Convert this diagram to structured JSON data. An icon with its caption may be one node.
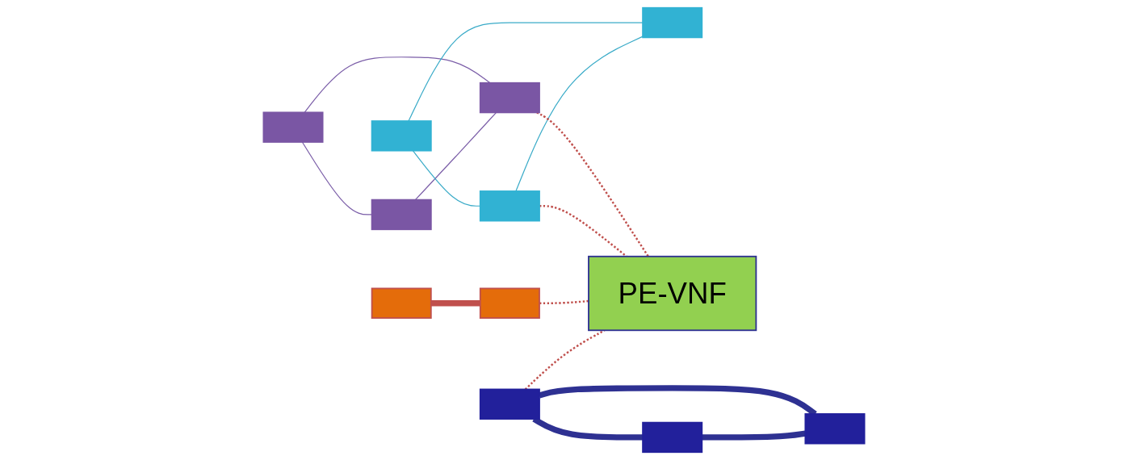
{
  "diagram": {
    "nodes": [
      {
        "text": [],
        "shape": "box"
      },
      {
        "text": [],
        "shape": "box"
      },
      {
        "text": [],
        "shape": "box"
      },
      {
        "text": [],
        "shape": "box"
      },
      {
        "text": [],
        "shape": "box"
      },
      {
        "text": [],
        "shape": "box"
      },
      {
        "text": [
          "PE-VNF"
        ]
      },
      {
        "text": [],
        "shape": "box"
      },
      {
        "text": [],
        "shape": "box"
      },
      {
        "text": [],
        "shape": "box"
      },
      {
        "text": [],
        "shape": "box"
      },
      {
        "text": [],
        "shape": "box"
      }
    ],
    "edges": [
      {
        "from": 0,
        "to": 1,
        "arrow": "none",
        "color": "#7b5ea8"
      },
      {
        "from": 0,
        "to": 2,
        "arrow": "none",
        "color": "#7b5ea8"
      },
      {
        "from": 1,
        "to": 2,
        "arrow": "none",
        "color": "#7b5ea8"
      },
      {
        "from": 3,
        "to": 4,
        "arrow": "none",
        "color": "#3aabc8"
      },
      {
        "from": 3,
        "to": 5,
        "arrow": "none",
        "color": "#3aabc8"
      },
      {
        "from": 4,
        "to": 5,
        "arrow": "none",
        "color": "#3aabc8"
      },
      {
        "from": 2,
        "to": 6,
        "arrow": "none",
        "style": "dashed"
      },
      {
        "from": 4,
        "to": 6,
        "arrow": "none",
        "style": "dashed"
      },
      {
        "from": 8,
        "to": 6,
        "arrow": "none",
        "style": "dashed"
      },
      {
        "from": 9,
        "to": 6,
        "arrow": "none",
        "style": "dashed"
      },
      {
        "from": 7,
        "to": 8,
        "arrow": "none",
        "style": "thick"
      },
      {
        "from": 9,
        "to": 10,
        "arrow": "none",
        "style": "thick",
        "color": "#2e3192"
      },
      {
        "from": 9,
        "to": 11,
        "arrow": "none",
        "style": "thick",
        "color": "#2e3192"
      },
      {
        "from": 10,
        "to": 11,
        "arrow": "none",
        "style": "thick",
        "color": "#2e3192"
      }
    ]
  }
}
